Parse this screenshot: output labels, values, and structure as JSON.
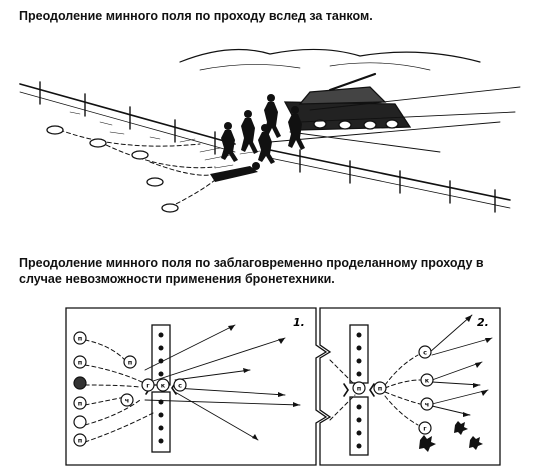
{
  "captions": {
    "top": "Преодоление минного поля по проходу вслед за танком.",
    "bottom_line1": "Преодоление минного поля по заблаговременно проделанному проходу в",
    "bottom_line2": "случае невозможности применения бронетехники."
  },
  "diagram": {
    "panel_1_number": "1.",
    "panel_2_number": "2.",
    "soldier_marks": {
      "p": "п",
      "g": "г",
      "k": "к",
      "s": "с",
      "ch": "ч"
    }
  },
  "colors": {
    "ink": "#111111",
    "paper": "#ffffff"
  }
}
